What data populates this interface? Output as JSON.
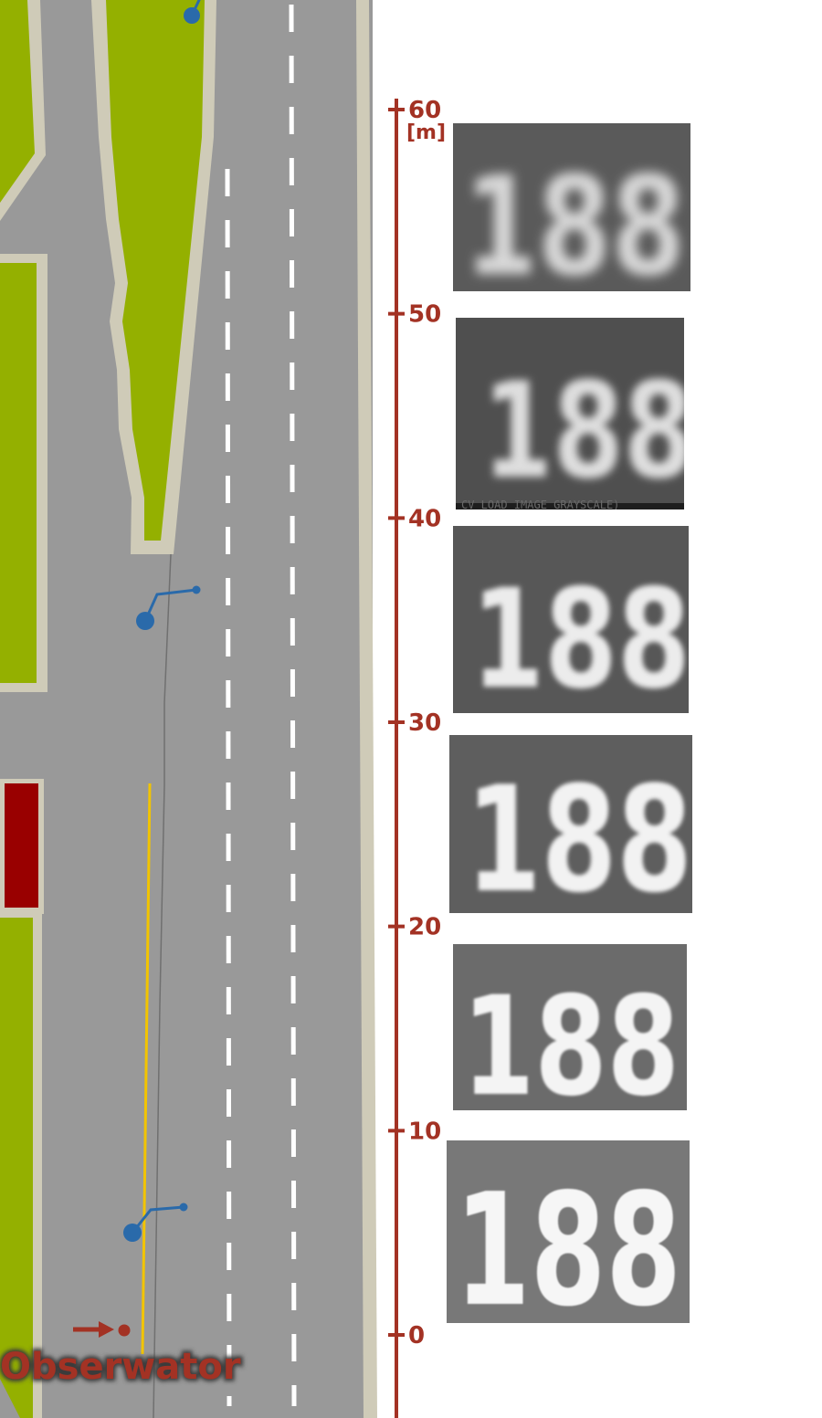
{
  "scale": {
    "unit": "[m]",
    "ticks": [
      {
        "value": 60,
        "label": "60"
      },
      {
        "value": 50,
        "label": "50"
      },
      {
        "value": 40,
        "label": "40"
      },
      {
        "value": 30,
        "label": "30"
      },
      {
        "value": 20,
        "label": "20"
      },
      {
        "value": 10,
        "label": "10"
      },
      {
        "value": 0,
        "label": "0"
      }
    ]
  },
  "observer": {
    "label": "Obserwator"
  },
  "samples": [
    {
      "distance_m": 55,
      "text": "188"
    },
    {
      "distance_m": 45,
      "text": "188",
      "caption": "CV_LOAD_IMAGE_GRAYSCALE)"
    },
    {
      "distance_m": 35,
      "text": "188"
    },
    {
      "distance_m": 25,
      "text": "188"
    },
    {
      "distance_m": 15,
      "text": "188"
    },
    {
      "distance_m": 5,
      "text": "188"
    }
  ],
  "colors": {
    "scale": "#a33224",
    "grass": "#94b000",
    "road": "#999999",
    "curb": "#cfcbb8",
    "marker": "#2a6aaa",
    "building": "#990000",
    "yellow_line": "#f2c400"
  }
}
